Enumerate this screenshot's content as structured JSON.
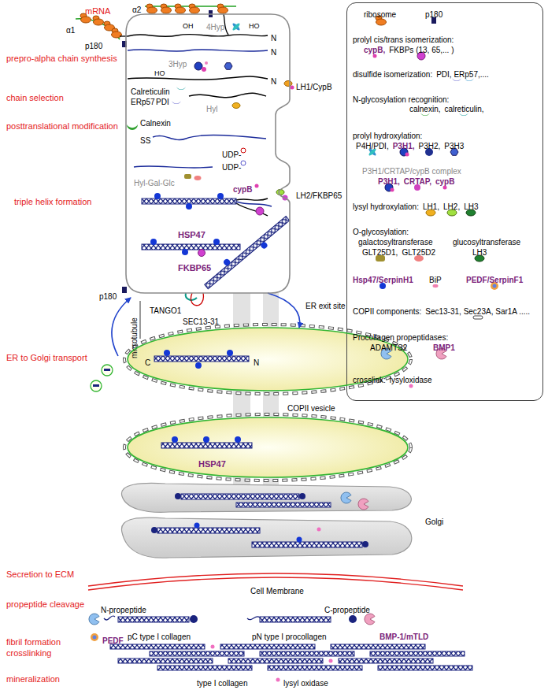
{
  "diagram": {
    "nodes": [
      {
        "text": [
          "ER exit site"
        ]
      },
      {
        "text": [
          "COPII vesicle"
        ]
      },
      {
        "text": [
          "HSP47"
        ]
      },
      {
        "text": [
          "Golgi"
        ]
      }
    ],
    "edges": [
      {
        "from": 0,
        "to": 1,
        "arrow": "to"
      }
    ],
    "labels": [
      "mRNA",
      "prepro-alpha chain synthesis",
      "chain selection",
      "posttranslational modification",
      "triple helix formation",
      "ER to Golgi transport",
      "Secretion to ECM",
      "propeptide cleavage",
      "fibril formation",
      "crosslinking",
      "mineralization",
      "α2",
      "α1",
      "p180",
      "OH",
      "4Hyp",
      "HO",
      "N",
      "N",
      "3Hyp",
      "HO",
      "N",
      "LH1/CypB",
      "Calreticulin",
      "ERp57",
      "PDI",
      "Hyl",
      "Calnexin",
      "SS",
      "UDP-",
      "UDP-",
      "Hyl-Gal-Glc",
      "cypB",
      "LH2/FKBP65",
      "HSP47",
      "FKBP65",
      "p180",
      "TANGO1",
      "SEC13-31",
      "microtubule",
      "C",
      "N",
      "Cell Membrane",
      "N-propeptide",
      "C-propeptide",
      "pC type I collagen",
      "pN type I procollagen",
      "BMP-1/mTLD",
      "PEDF",
      "type I collagen",
      "lysyl oxidase",
      "prolyl cis/trans isomerization:",
      "disulfide isomerization:",
      "N-glycosylation recognition:",
      "prolyl hydroxylation:",
      "P3H1/CRTAP/cypB complex",
      "lysyl hydroxylation:",
      "O-glycosylation:",
      "galactosyltransferase",
      "glucosyltransferase",
      "COPII components:",
      "Procollagen propeptidases:",
      "crosslink:"
    ],
    "legend": [
      {
        "text": "ribosome"
      },
      {
        "text": "p180"
      },
      {
        "text": "cypB,"
      },
      {
        "text": "FKBPs (13, 65,... )"
      },
      {
        "text": "PDI, ERp57,...."
      },
      {
        "text": "calnexin,"
      },
      {
        "text": "calreticulin,"
      },
      {
        "text": "P4H/PDI,"
      },
      {
        "text": "P3H1,"
      },
      {
        "text": "P3H2,"
      },
      {
        "text": "P3H3"
      },
      {
        "text": "P3H1,"
      },
      {
        "text": "CRTAP,"
      },
      {
        "text": "cypB"
      },
      {
        "text": "LH1,"
      },
      {
        "text": "LH2,"
      },
      {
        "text": "LH3"
      },
      {
        "text": "GLT25D1,"
      },
      {
        "text": "GLT25D2"
      },
      {
        "text": "LH3"
      },
      {
        "text": "Hsp47/SerpinH1"
      },
      {
        "text": "BiP"
      },
      {
        "text": "PEDF/SerpinF1"
      },
      {
        "text": "Sec13-31, Sec23A, Sar1A ....."
      },
      {
        "text": "ADAMTS2"
      },
      {
        "text": "BMP1"
      },
      {
        "text": "lysyloxidase"
      }
    ]
  }
}
